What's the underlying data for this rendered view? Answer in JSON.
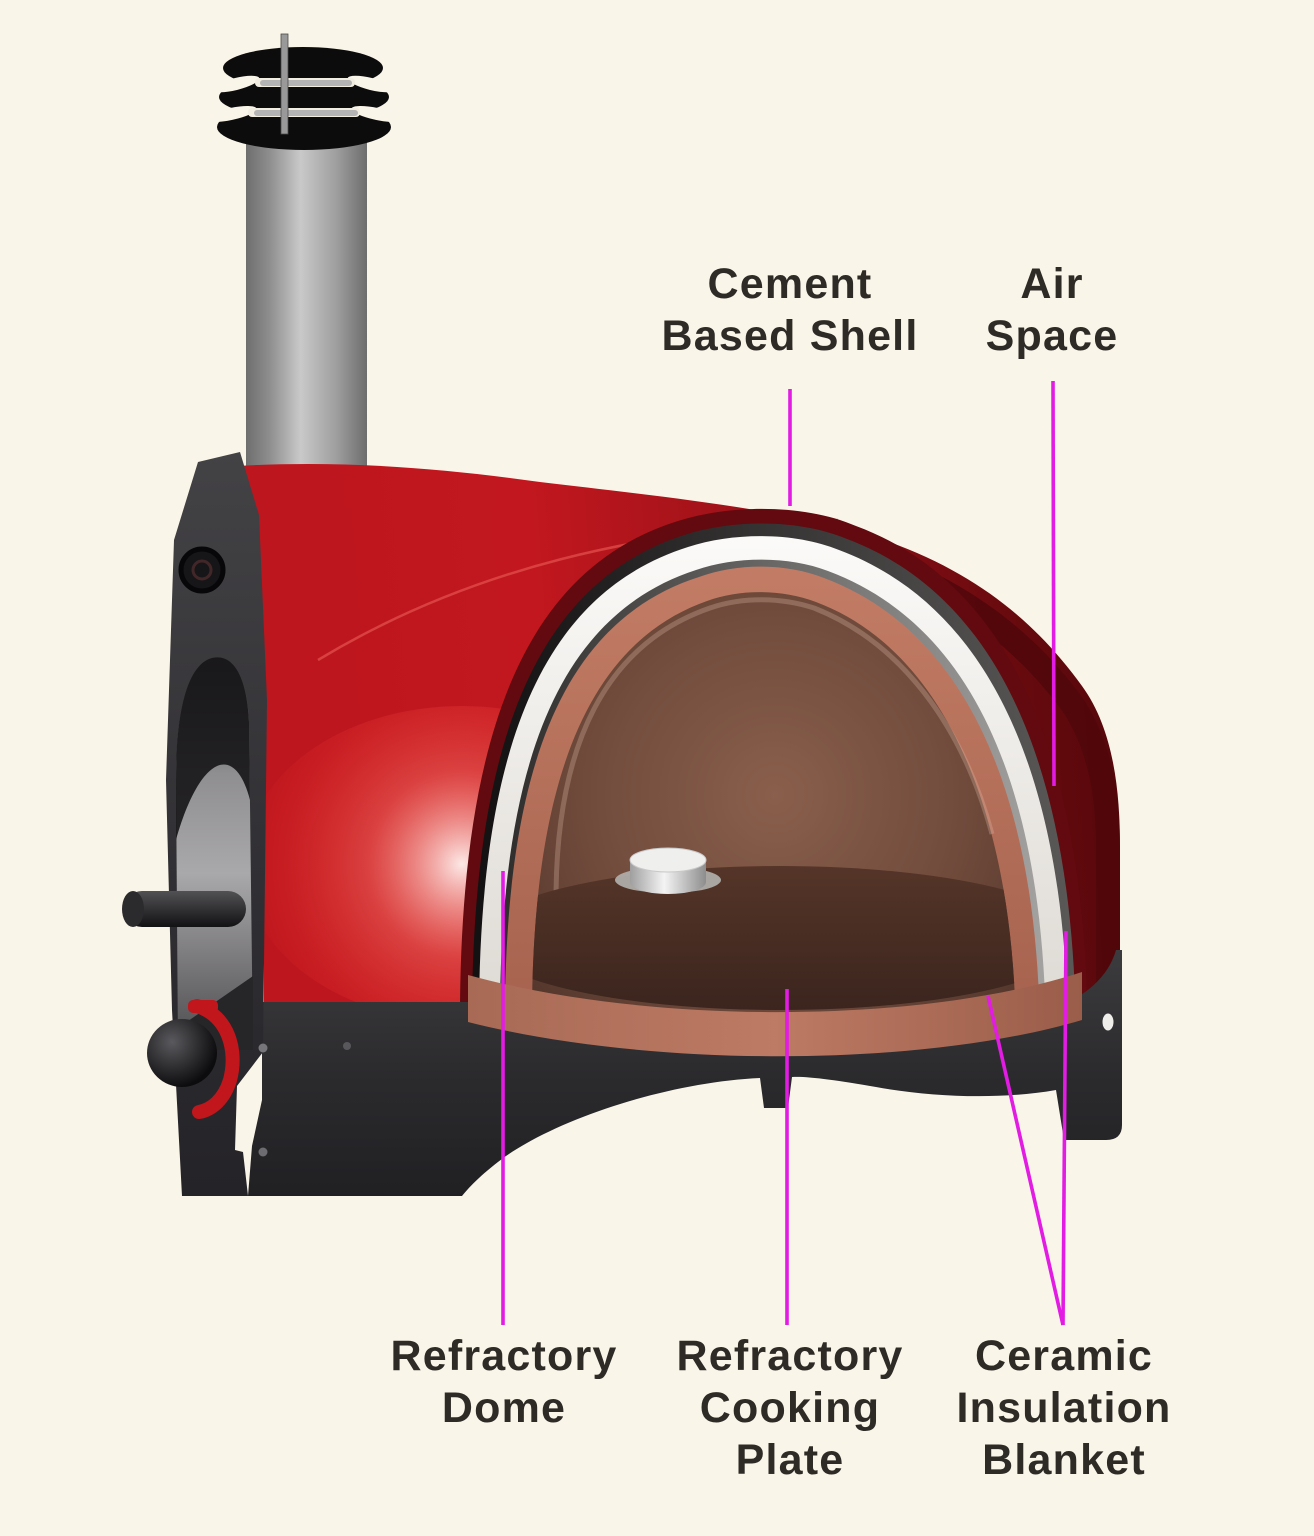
{
  "diagram": {
    "subject": "Pizza oven cutaway diagram",
    "labels": {
      "cement_shell": {
        "line1": "Cement",
        "line2": "Based Shell"
      },
      "air_space": {
        "line1": "Air",
        "line2": "Space"
      },
      "refractory_dome": {
        "line1": "Refractory",
        "line2": "Dome"
      },
      "cooking_plate": {
        "line1": "Refractory",
        "line2": "Cooking",
        "line3": "Plate"
      },
      "ceramic_blanket": {
        "line1": "Ceramic",
        "line2": "Insulation",
        "line3": "Blanket"
      }
    }
  },
  "colors": {
    "background": "#faf5e9",
    "callout_line": "#e21ce2",
    "label_text": "#2e2b27",
    "shell_red": "#b5151c",
    "shell_cut_maroon": "#620a0f",
    "insulation_blanket_white": "#f4f1ed",
    "air_space_gray": "#8e8d8c",
    "refractory_terracotta": "#b97560",
    "oven_interior_brown": "#6f4a3b",
    "base_charcoal": "#2c2b2e",
    "chimney_gray": "#a8a8a8"
  }
}
